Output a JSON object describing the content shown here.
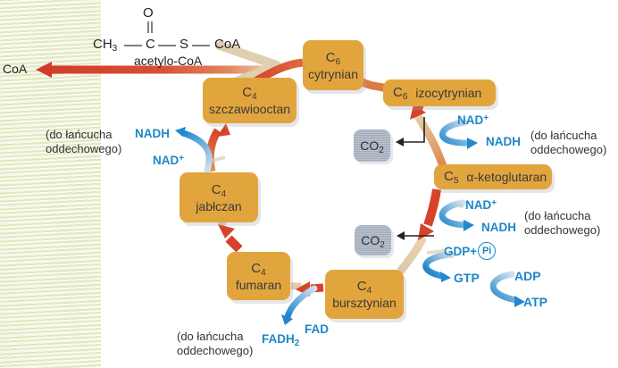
{
  "acetyl": {
    "o": "O",
    "ch_base": "CH",
    "ch_sub": "3",
    "c": "C",
    "s": "S",
    "coa": "CoA",
    "caption": "acetylo-CoA"
  },
  "coa_out": "CoA",
  "boxes": [
    {
      "c": "C",
      "sub": "6",
      "name": "cytrynian"
    },
    {
      "c": "C",
      "sub": "6",
      "name": "izocytrynian"
    },
    {
      "c": "C",
      "sub": "5",
      "name": "α-ketoglutaran"
    },
    {
      "c": "C",
      "sub": "4",
      "name": "bursztynian"
    },
    {
      "c": "C",
      "sub": "4",
      "name": "fumaran"
    },
    {
      "c": "C",
      "sub": "4",
      "name": "jabłczan"
    },
    {
      "c": "C",
      "sub": "4",
      "name": "szczawiooctan"
    }
  ],
  "co2": {
    "base": "CO",
    "sub": "2"
  },
  "cofactors": {
    "nad_base": "NAD",
    "nad_sup": "+",
    "nadh": "NADH",
    "fad": "FAD",
    "fadh_base": "FADH",
    "fadh_sub": "2",
    "gdp_plus": "GDP+",
    "pi": "Pi",
    "gtp": "GTP",
    "adp": "ADP",
    "atp": "ATP"
  },
  "note": {
    "line1": "(do łańcucha",
    "line2": "oddechowego)"
  },
  "colors": {
    "box_orange": "#e2a53d",
    "co2_gray": "#aab4c3",
    "label_blue": "#1e86c8",
    "arrow_red": "#d6432b",
    "arrow_tan": "#dcc9a4",
    "page_edge": "#f1f3de"
  }
}
